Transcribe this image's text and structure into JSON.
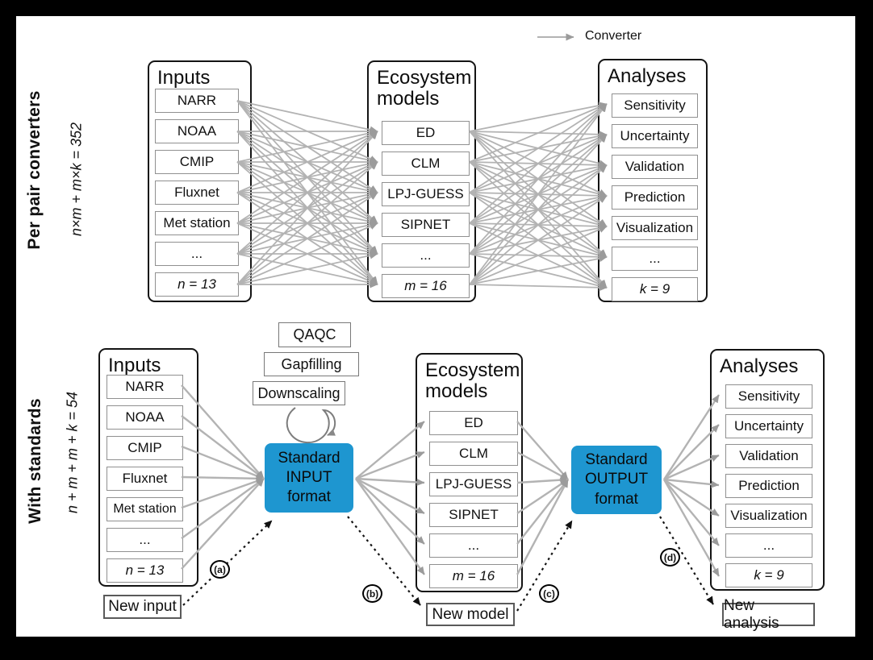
{
  "legend": {
    "converter_label": "Converter"
  },
  "colors": {
    "accent_blue": "#1E96D0",
    "arrow_gray": "#B3B3B3"
  },
  "top": {
    "side_title": "Per pair converters",
    "side_formula": "n×m + m×k = 352",
    "inputs": {
      "title": "Inputs",
      "items": [
        "NARR",
        "NOAA",
        "CMIP",
        "Fluxnet",
        "Met station",
        "...",
        "n = 13"
      ]
    },
    "models": {
      "title": "Ecosystem models",
      "items": [
        "ED",
        "CLM",
        "LPJ-GUESS",
        "SIPNET",
        "...",
        "m = 16"
      ]
    },
    "analyses": {
      "title": "Analyses",
      "items": [
        "Sensitivity",
        "Uncertainty",
        "Validation",
        "Prediction",
        "Visualization",
        "...",
        "k = 9"
      ]
    }
  },
  "bottom": {
    "side_title": "With standards",
    "side_formula": "n + m + m + k = 54",
    "inputs": {
      "title": "Inputs",
      "items": [
        "NARR",
        "NOAA",
        "CMIP",
        "Fluxnet",
        "Met station",
        "...",
        "n = 13"
      ]
    },
    "models": {
      "title": "Ecosystem models",
      "items": [
        "ED",
        "CLM",
        "LPJ-GUESS",
        "SIPNET",
        "...",
        "m = 16"
      ]
    },
    "analyses": {
      "title": "Analyses",
      "items": [
        "Sensitivity",
        "Uncertainty",
        "Validation",
        "Prediction",
        "Visualization",
        "...",
        "k = 9"
      ]
    },
    "processing": [
      "QAQC",
      "Gapfilling",
      "Downscaling"
    ],
    "standard_input": "Standard\nINPUT\nformat",
    "standard_output": "Standard\nOUTPUT\nformat",
    "new_input": "New input",
    "new_model": "New model",
    "new_analysis": "New analysis",
    "marks": {
      "a": "(a)",
      "b": "(b)",
      "c": "(c)",
      "d": "(d)"
    }
  }
}
